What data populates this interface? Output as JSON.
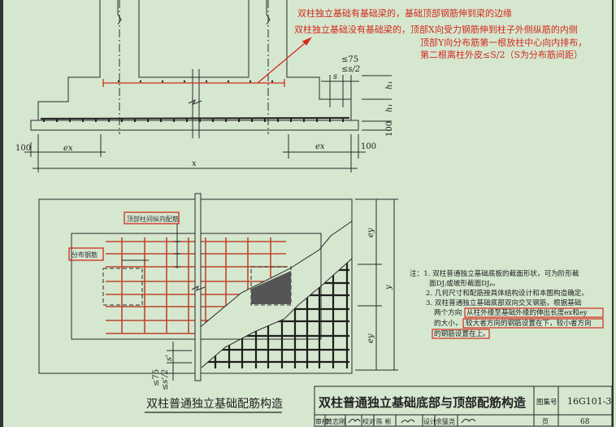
{
  "annotations": {
    "line1": "双柱独立基础有基础梁的，基础顶部钢筋伸到梁的边缘",
    "line2": "双柱独立基础没有基础梁的，顶部X向受力钢筋伸到柱子外侧纵筋的内侧",
    "line3": "顶部Y向分布筋第一根放柱中心向内排布，",
    "line4": "第二根离柱外皮≤S/2（S为分布筋间距）"
  },
  "section_dims": {
    "le75": "≤75",
    "les2": "≤s/2",
    "s": "s",
    "h1a": "h₁",
    "h1b": "h₁",
    "bottom100": "100",
    "left100": "100",
    "right100": "100",
    "ex_left": "ex",
    "ex_right": "ex",
    "x": "x"
  },
  "plan_labels": {
    "top_longitudinal": "顶部柱间纵向配筋",
    "distribution": "分布钢筋",
    "ey_top": "ey",
    "y": "y",
    "ey_bottom": "ey",
    "s_prime": "s'",
    "le75": "≤75",
    "les2": "≤s'/2",
    "caption": "双柱普通独立基础配筋构造"
  },
  "notes": {
    "l1": "注：1. 双柱普通独立基础底板的截面形状，可为阶形截",
    "l2": "面DJⱼ或坡形截面DJₚ。",
    "l3": "2. 几何尺寸和配筋按具体结构设计和本图构造确定。",
    "l4": "3. 双柱普通独立基础底部双向交叉钢筋，根据基础",
    "l5a": "两个方向",
    "l5b": "从柱外缘至基础外缘的伸出长度ex和ey",
    "l6a": "的大小，",
    "l6b": "较大者方向的钢筋设置在下，较小者方向",
    "l7": "的钢筋设置在上。"
  },
  "title_block": {
    "title": "双柱普通独立基础底部与顶部配筋构造",
    "atlas_label": "图集号",
    "atlas_no": "16G101-3",
    "review_label": "审核",
    "reviewer": "黄志刚",
    "check_label": "校对",
    "checker": "陈 彬",
    "design_label": "设计",
    "designer": "余猛尧",
    "page_label": "页",
    "page_no": "68"
  },
  "colors": {
    "background": "#d5e7cf",
    "red": "#d42a1e",
    "line": "#2a2a2a"
  }
}
